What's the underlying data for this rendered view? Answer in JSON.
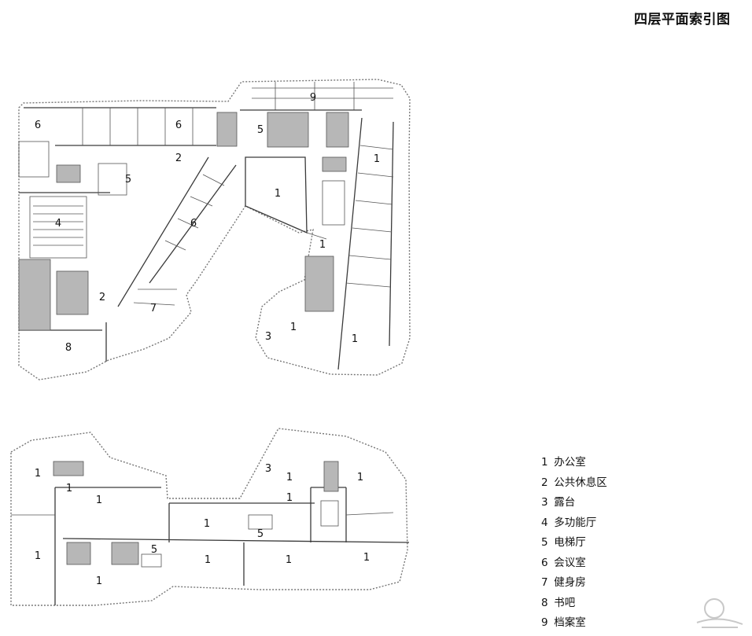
{
  "title": "四层平面索引图",
  "legend": [
    {
      "num": "1",
      "text": "办公室"
    },
    {
      "num": "2",
      "text": "公共休息区"
    },
    {
      "num": "3",
      "text": "露台"
    },
    {
      "num": "4",
      "text": "多功能厅"
    },
    {
      "num": "5",
      "text": "电梯厅"
    },
    {
      "num": "6",
      "text": "会议室"
    },
    {
      "num": "7",
      "text": "健身房"
    },
    {
      "num": "8",
      "text": "书吧"
    },
    {
      "num": "9",
      "text": "档案室"
    }
  ],
  "plan_upper_labels": [
    "6",
    "6",
    "9",
    "5",
    "2",
    "5",
    "1",
    "1",
    "4",
    "6",
    "1",
    "2",
    "7",
    "1",
    "3",
    "1",
    "8"
  ],
  "plan_lower_labels": [
    "1",
    "1",
    "3",
    "1",
    "1",
    "1",
    "1",
    "5",
    "5",
    "1",
    "1",
    "1",
    "1",
    "1",
    "1"
  ],
  "colors": {
    "core_fill": "#b7b7b7",
    "wall": "#3a3a3a"
  }
}
